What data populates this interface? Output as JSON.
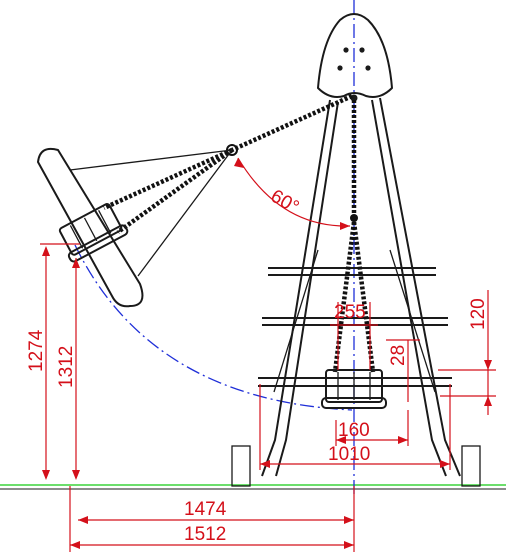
{
  "angle": {
    "label": "60°"
  },
  "dimensions": {
    "height_a": "1274",
    "height_b": "1312",
    "seat_spacing": "255",
    "seat_offset": "28",
    "top_clearance": "120",
    "seat_width": "160",
    "free_space": "1010",
    "swing_reach_a": "1474",
    "swing_reach_b": "1512"
  },
  "colors": {
    "frame": "#1a1a1a",
    "dimension": "#d4101a",
    "swing_path": "#1f2fd8",
    "ground": "#3bd43b"
  }
}
